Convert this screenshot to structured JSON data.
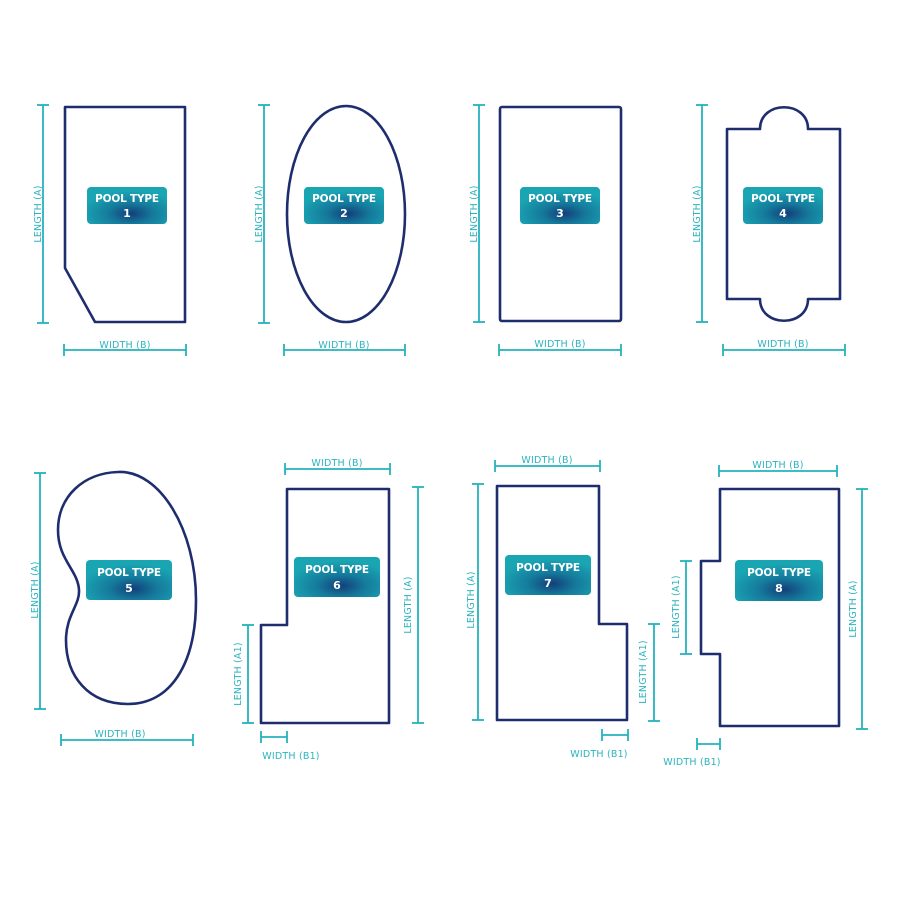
{
  "diagram": {
    "colors": {
      "outline": "#1e2d6e",
      "dimension": "#25b2bd",
      "dimension_text": "#2bb3be",
      "badge_edge": "#1aa5b3",
      "badge_center": "#133f7a",
      "background": "#ffffff"
    },
    "badge_title": "POOL TYPE",
    "pools": [
      {
        "id": "1",
        "title": "POOL TYPE",
        "number": "1",
        "shape": "rectangle-beveled-corner",
        "length_label": "LENGTH (A)",
        "width_label": "WIDTH (B)"
      },
      {
        "id": "2",
        "title": "POOL TYPE",
        "number": "2",
        "shape": "oval",
        "length_label": "LENGTH (A)",
        "width_label": "WIDTH (B)"
      },
      {
        "id": "3",
        "title": "POOL TYPE",
        "number": "3",
        "shape": "rectangle",
        "length_label": "LENGTH (A)",
        "width_label": "WIDTH (B)"
      },
      {
        "id": "4",
        "title": "POOL TYPE",
        "number": "4",
        "shape": "rectangle-with-end-bumps",
        "length_label": "LENGTH (A)",
        "width_label": "WIDTH (B)"
      },
      {
        "id": "5",
        "title": "POOL TYPE",
        "number": "5",
        "shape": "kidney",
        "length_label": "LENGTH (A)",
        "width_label": "WIDTH (B)"
      },
      {
        "id": "6",
        "title": "POOL TYPE",
        "number": "6",
        "shape": "l-shape-left-step",
        "length_label": "LENGTH (A)",
        "width_label": "WIDTH (B)",
        "sub_length_label": "LENGTH (A1)",
        "sub_width_label": "WIDTH (B1)"
      },
      {
        "id": "7",
        "title": "POOL TYPE",
        "number": "7",
        "shape": "l-shape-right-step",
        "length_label": "LENGTH (A)",
        "width_label": "WIDTH (B)",
        "sub_length_label": "LENGTH (A1)",
        "sub_width_label": "WIDTH (B1)"
      },
      {
        "id": "8",
        "title": "POOL TYPE",
        "number": "8",
        "shape": "rectangle-with-side-bay",
        "length_label": "LENGTH (A)",
        "width_label": "WIDTH (B)",
        "sub_length_label": "LENGTH (A1)",
        "sub_width_label": "WIDTH (B1)"
      }
    ]
  }
}
